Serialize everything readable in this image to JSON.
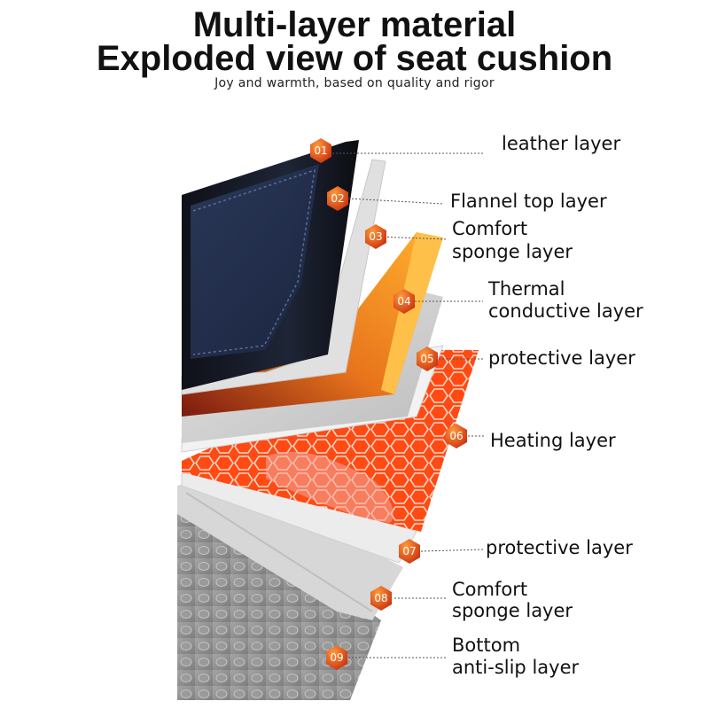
{
  "header": {
    "title_line1": "Multi-layer material",
    "title_line2": "Exploded view of seat cushion",
    "subtitle": "Joy and warmth, based on quality and rigor"
  },
  "layers": [
    {
      "number": "01",
      "label": "leather layer",
      "color": "#1c2130"
    },
    {
      "number": "02",
      "label": "Flannel top layer",
      "color": "#dcdcdc"
    },
    {
      "number": "03",
      "label_line1": "Comfort",
      "label_line2": "sponge layer",
      "color": "#f5a623"
    },
    {
      "number": "04",
      "label_line1": "Thermal",
      "label_line2": "conductive layer",
      "color": "#d8d8d8"
    },
    {
      "number": "05",
      "label": "protective layer",
      "color": "#eeeeee"
    },
    {
      "number": "06",
      "label": "Heating layer",
      "color": "#ff4a14"
    },
    {
      "number": "07",
      "label": "protective layer",
      "color": "#e6e6e6"
    },
    {
      "number": "08",
      "label_line1": "Comfort",
      "label_line2": "sponge layer",
      "color": "#bdbdbd"
    },
    {
      "number": "09",
      "label_line1": "Bottom",
      "label_line2": "anti-slip layer",
      "color": "#8f8f8f"
    }
  ],
  "colors": {
    "badge_orange": "#e8601a",
    "badge_red": "#c92d0c",
    "leader_line": "#555555"
  }
}
